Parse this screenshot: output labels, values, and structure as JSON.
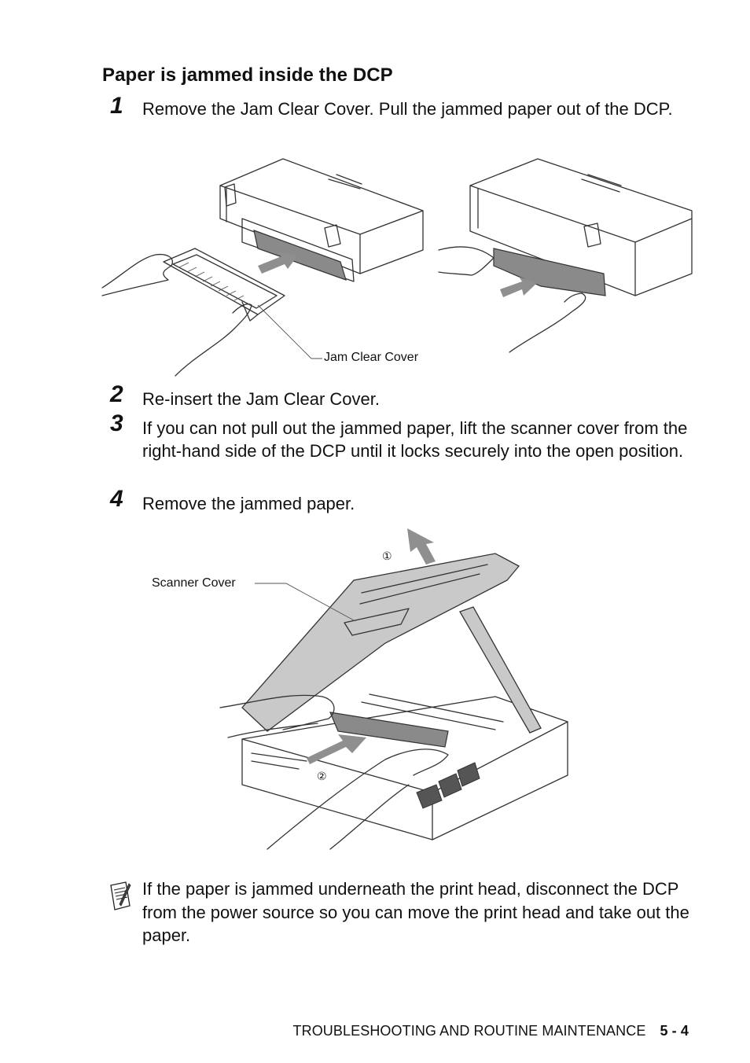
{
  "heading": "Paper is jammed inside the DCP",
  "steps": [
    {
      "num": "1",
      "text": "Remove the Jam Clear Cover. Pull the jammed paper out of the DCP."
    },
    {
      "num": "2",
      "text": "Re-insert the Jam Clear Cover."
    },
    {
      "num": "3",
      "text": "If you can not pull out the jammed paper, lift the scanner cover from the right-hand side of the DCP until it locks securely into the open position."
    },
    {
      "num": "4",
      "text": "Remove the jammed paper."
    }
  ],
  "figure1": {
    "callout": "Jam Clear Cover"
  },
  "figure2": {
    "callout": "Scanner Cover",
    "marker1": "①",
    "marker2": "②"
  },
  "note": {
    "icon": "note-icon",
    "text": "If the paper is jammed underneath the print head, disconnect the DCP from the power source so you can move the print head and take out the paper."
  },
  "footer": {
    "section": "TROUBLESHOOTING AND ROUTINE MAINTENANCE",
    "page": "5 - 4"
  }
}
